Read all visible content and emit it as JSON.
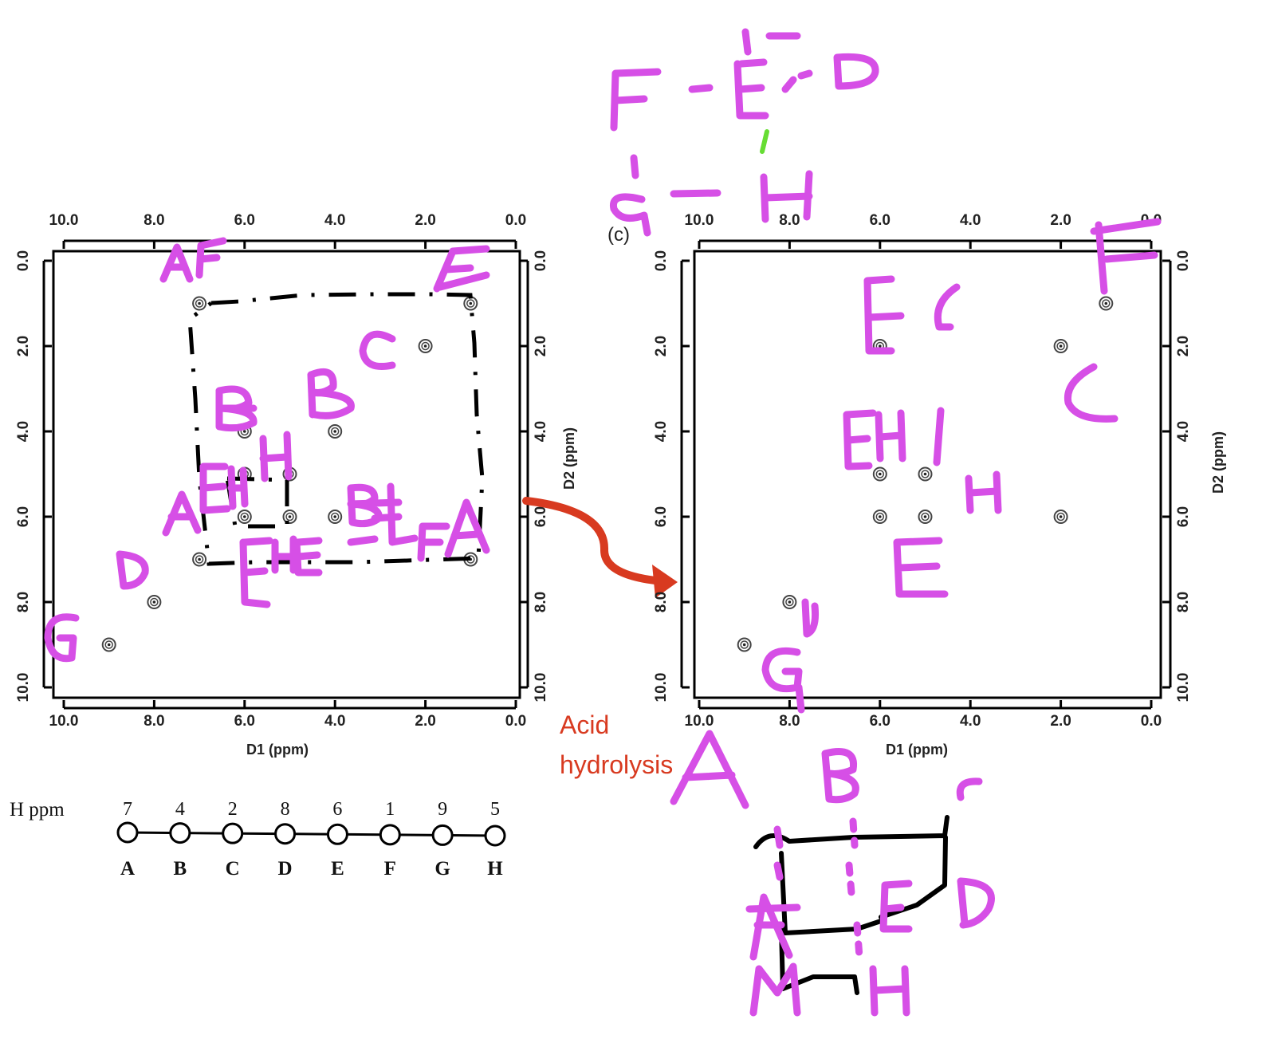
{
  "panels": [
    {
      "id": "left",
      "d1_label": "D1 (ppm)",
      "d2_label": "D2 (ppm)",
      "x_ticks": [
        "10.0",
        "8.0",
        "6.0",
        "4.0",
        "2.0",
        "0.0"
      ],
      "y_ticks": [
        "0.0",
        "2.0",
        "4.0",
        "6.0",
        "8.0",
        "10.0"
      ],
      "peaks": [
        {
          "d1": 7,
          "d2": 1
        },
        {
          "d1": 1,
          "d2": 1
        },
        {
          "d1": 2,
          "d2": 2
        },
        {
          "d1": 6,
          "d2": 4
        },
        {
          "d1": 4,
          "d2": 4
        },
        {
          "d1": 6,
          "d2": 5
        },
        {
          "d1": 5,
          "d2": 5
        },
        {
          "d1": 6,
          "d2": 6
        },
        {
          "d1": 5,
          "d2": 6
        },
        {
          "d1": 4,
          "d2": 6
        },
        {
          "d1": 7,
          "d2": 7
        },
        {
          "d1": 1,
          "d2": 7
        },
        {
          "d1": 8,
          "d2": 8
        },
        {
          "d1": 9,
          "d2": 9
        }
      ]
    },
    {
      "id": "right",
      "panel_tag": "(c)",
      "d1_label": "D1 (ppm)",
      "d2_label": "D2 (ppm)",
      "x_ticks": [
        "10.0",
        "8.0",
        "6.0",
        "4.0",
        "2.0",
        "0.0"
      ],
      "y_ticks": [
        "0.0",
        "2.0",
        "4.0",
        "6.0",
        "8.0",
        "10.0"
      ],
      "peaks": [
        {
          "d1": 1,
          "d2": 1
        },
        {
          "d1": 6,
          "d2": 2
        },
        {
          "d1": 2,
          "d2": 2
        },
        {
          "d1": 6,
          "d2": 5
        },
        {
          "d1": 5,
          "d2": 5
        },
        {
          "d1": 6,
          "d2": 6
        },
        {
          "d1": 5,
          "d2": 6
        },
        {
          "d1": 2,
          "d2": 6
        },
        {
          "d1": 8,
          "d2": 8
        },
        {
          "d1": 9,
          "d2": 9
        }
      ]
    }
  ],
  "arrow_label": {
    "line1": "Acid",
    "line2": "hydrolysis"
  },
  "chain": {
    "title": "H ppm",
    "nodes": [
      {
        "label": "A",
        "ppm": "7"
      },
      {
        "label": "B",
        "ppm": "4"
      },
      {
        "label": "C",
        "ppm": "2"
      },
      {
        "label": "D",
        "ppm": "8"
      },
      {
        "label": "E",
        "ppm": "6"
      },
      {
        "label": "F",
        "ppm": "1"
      },
      {
        "label": "G",
        "ppm": "9"
      },
      {
        "label": "H",
        "ppm": "5"
      }
    ]
  },
  "colors": {
    "annotation": "#d64fe6",
    "arrow": "#d83a20",
    "ink": "#000000"
  }
}
